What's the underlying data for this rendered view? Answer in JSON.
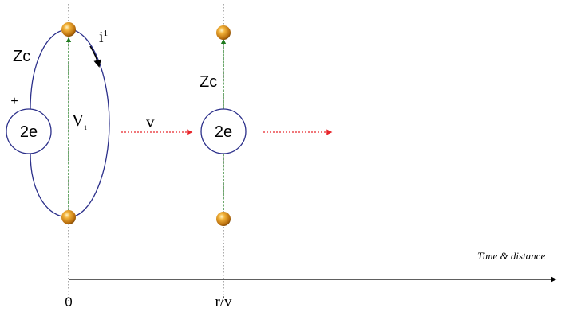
{
  "labels": {
    "zc_left": "Zc",
    "plus": "+",
    "source_left": "2e",
    "current": "i",
    "current_sup": "1",
    "voltage": "V",
    "voltage_sub": "1",
    "velocity": "v",
    "zc_right": "Zc",
    "source_right": "2e",
    "axis_title": "Time & distance",
    "tick_origin": "0",
    "tick_rv": "r/v"
  },
  "colors": {
    "loop": "#2b2f8a",
    "voltage_arrow": "#1e7a1e",
    "velocity_arrow": "#e8262b",
    "particle": "#d89420",
    "guide": "#555555"
  }
}
